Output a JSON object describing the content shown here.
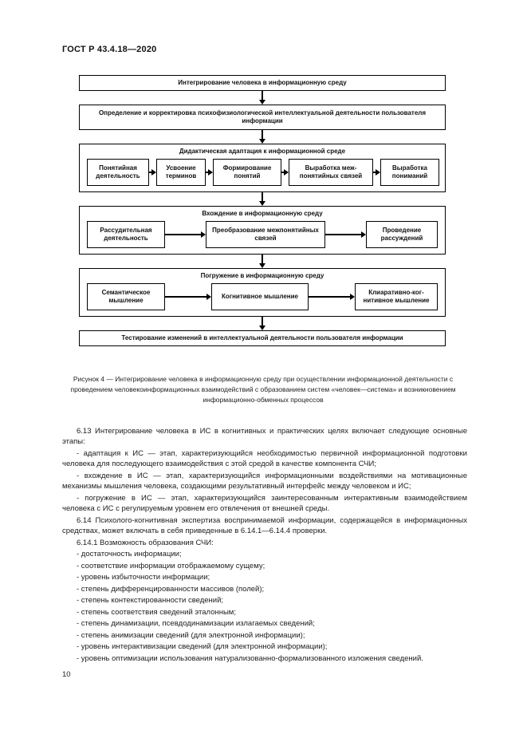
{
  "header": {
    "doc_number": "ГОСТ Р 43.4.18—2020"
  },
  "diagram": {
    "top_box": "Интегрирование человека в информационную среду",
    "define_box": "Определение и корректировка психофизиологической интеллектуальной деятельности пользователя информации",
    "section_didactic": {
      "title": "Дидактическая адаптация к информационной среде",
      "items": [
        "Понятийная деятельность",
        "Усвоение терминов",
        "Формирование понятий",
        "Выработка меж-понятийных связей",
        "Выработка пониманий"
      ]
    },
    "section_entry": {
      "title": "Вхождение в информационную среду",
      "items": [
        "Рассудительная деятельность",
        "Преобразование межпонятийных связей",
        "Проведение рассуждений"
      ]
    },
    "section_immersion": {
      "title": "Погружение в информационную среду",
      "items": [
        "Семантическое мышление",
        "Когнитивное мышление",
        "Клиаративно-ког-нитивное мышление"
      ]
    },
    "bottom_box": "Тестирование изменений в интеллектуальной деятельности пользователя информации"
  },
  "caption": "Рисунок 4 — Интегрирование человека в информационную среду при осуществлении информационной деятельности с проведением человекоинформационных взаимодействий с образованием систем «человек—система» и возникновением информационно-обменных процессов",
  "body": {
    "p_6_13": "6.13  Интегрирование человека в ИС в когнитивных и практических целях включает следующие основные этапы:",
    "b_6_13_1": "-  адаптация к ИС — этап, характеризующийся необходимостью первичной информационной подготовки человека для последующего взаимодействия с этой средой в качестве компонента СЧИ;",
    "b_6_13_2": "-  вхождение в ИС — этап, характеризующийся информационными воздействиями на мотивационные механизмы мышления человека, создающими результативный интерфейс между человеком и ИС;",
    "b_6_13_3": "-  погружение в ИС — этап, характеризующийся заинтересованным интерактивным взаимодействием человека с ИС с регулируемым уровнем его отвлечения от внешней среды.",
    "p_6_14": "6.14  Психолого-когнитивная экспертиза воспринимаемой информации, содержащейся в информационных средствах, может включать в себя приведенные в 6.14.1—6.14.4 проверки.",
    "p_6_14_1": "6.14.1  Возможность образования СЧИ:",
    "list": [
      "-  достаточность информации;",
      "-  соответствие информации отображаемому сущему;",
      "-  уровень избыточности информации;",
      "-  степень дифференцированности массивов (полей);",
      "-  степень контекстированности сведений;",
      "-  степень соответствия сведений эталонным;",
      "-  степень динамизации, псевдодинамизации излагаемых сведений;",
      "-  степень анимизации сведений (для электронной информации);",
      "-  уровень интерактивизации сведений (для электронной информации);",
      "-  уровень оптимизации использования натурализованно-формализованного изложения сведений."
    ]
  },
  "footer": {
    "page_number": "10"
  }
}
